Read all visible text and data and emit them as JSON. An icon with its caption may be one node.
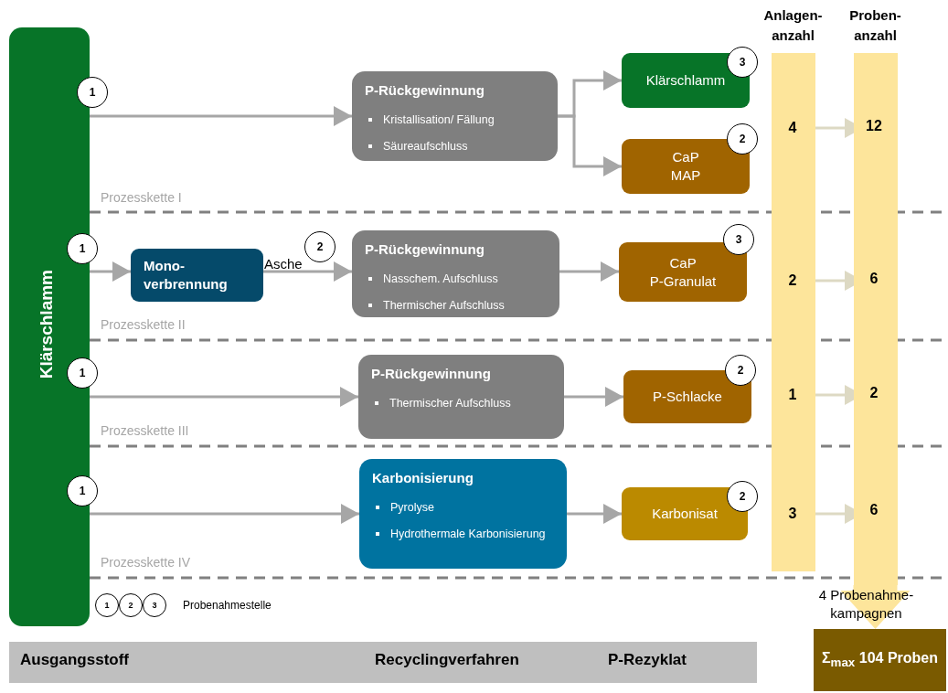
{
  "diagram": {
    "nodes": [
      {
        "text": [
          "Klärschlamm"
        ]
      },
      {
        "text": [
          "P-Rückgewinnung",
          "Kristallisation/ Fällung",
          "Säureaufschluss"
        ]
      },
      {
        "text": [
          "Klärschlamm"
        ]
      },
      {
        "text": [
          "CaP MAP"
        ]
      },
      {
        "text": [
          "Mono- verbrennung"
        ]
      },
      {
        "text": [
          "P-Rückgewinnung",
          "Nasschem. Aufschluss",
          "Thermischer Aufschluss"
        ]
      },
      {
        "text": [
          "CaP P-Granulat"
        ]
      },
      {
        "text": [
          "P-Rückgewinnung",
          "Thermischer Aufschluss"
        ]
      },
      {
        "text": [
          "P-Schlacke"
        ]
      },
      {
        "text": [
          "Karbonisierung",
          "Pyrolyse",
          "Hydrothermale Karbonisierung"
        ]
      },
      {
        "text": [
          "Karbonisat"
        ]
      },
      {
        "text": [
          "1"
        ]
      },
      {
        "text": [
          "3"
        ]
      },
      {
        "text": [
          "2"
        ]
      },
      {
        "text": [
          "1"
        ]
      },
      {
        "text": [
          "2"
        ]
      },
      {
        "text": [
          "3"
        ]
      },
      {
        "text": [
          "1"
        ]
      },
      {
        "text": [
          "2"
        ]
      },
      {
        "text": [
          "1"
        ]
      },
      {
        "text": [
          "2"
        ]
      },
      {
        "text": [
          "1"
        ]
      },
      {
        "text": [
          "2"
        ]
      },
      {
        "text": [
          "3"
        ]
      },
      {
        "text": [
          "Anlagen- anzahl"
        ]
      },
      {
        "text": [
          "4"
        ],
        "in": 24
      },
      {
        "text": [
          "2"
        ],
        "in": 24
      },
      {
        "text": [
          "1"
        ],
        "in": 24
      },
      {
        "text": [
          "3"
        ],
        "in": 24
      },
      {
        "text": [
          "Proben- anzahl"
        ]
      },
      {
        "text": [
          "12"
        ],
        "in": 29
      },
      {
        "text": [
          "6"
        ],
        "in": 29
      },
      {
        "text": [
          "2"
        ],
        "in": 29
      },
      {
        "text": [
          "6"
        ],
        "in": 29
      },
      {
        "text": [
          "Σ$_{max}$ 104 Proben"
        ]
      },
      {
        "text": [
          "Ausgangsstoff",
          "Recyclingverfahren",
          "P-Rezyklat"
        ]
      }
    ],
    "edges": [
      {
        "from": 0,
        "to": 1,
        "arrow": "to"
      },
      {
        "from": 1,
        "to": 2,
        "arrow": "to"
      },
      {
        "from": 1,
        "to": 3,
        "arrow": "to"
      },
      {
        "from": 0,
        "to": 4,
        "arrow": "to"
      },
      {
        "from": 4,
        "to": 5,
        "arrow": "to",
        "label": "Asche"
      },
      {
        "from": 5,
        "to": 6,
        "arrow": "to"
      },
      {
        "from": 0,
        "to": 7,
        "arrow": "to"
      },
      {
        "from": 7,
        "to": 8,
        "arrow": "to"
      },
      {
        "from": 0,
        "to": 9,
        "arrow": "to"
      },
      {
        "from": 9,
        "to": 10,
        "arrow": "to"
      },
      {
        "from": 25,
        "to": 30,
        "arrow": "to",
        "color": "#ddd9c3"
      },
      {
        "from": 26,
        "to": 31,
        "arrow": "to",
        "color": "#ddd9c3"
      },
      {
        "from": 27,
        "to": 32,
        "arrow": "to",
        "color": "#ddd9c3"
      },
      {
        "from": 28,
        "to": 33,
        "arrow": "to",
        "color": "#ddd9c3"
      },
      {
        "from": 29,
        "to": 34,
        "arrow": "to",
        "label": "4 Probenahme- kampagnen",
        "style": "thick",
        "color": "#fde59b"
      }
    ],
    "labels": [
      "Prozesskette I",
      "Prozesskette II",
      "Prozesskette III",
      "Prozesskette IV"
    ],
    "legend": [
      {
        "text": "Probenahmestelle"
      }
    ]
  }
}
